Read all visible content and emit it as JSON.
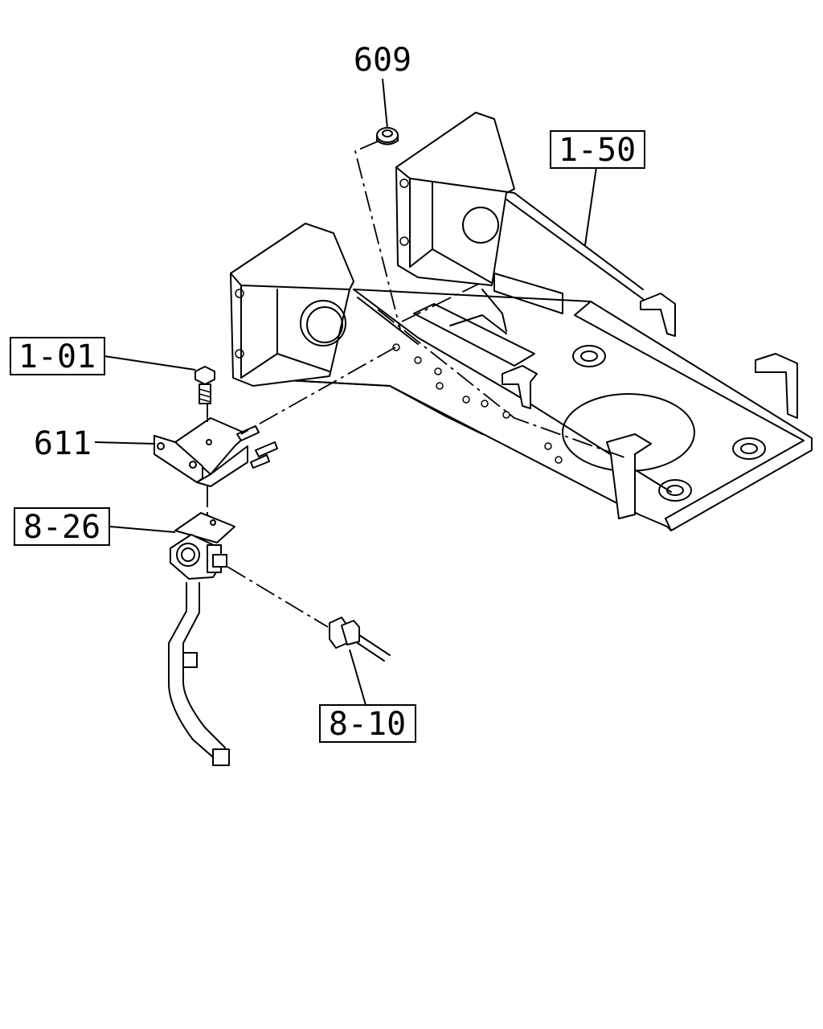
{
  "callouts": {
    "p609": "609",
    "p150": "1-50",
    "p101": "1-01",
    "p611": "611",
    "p826": "8-26",
    "p810": "8-10"
  }
}
